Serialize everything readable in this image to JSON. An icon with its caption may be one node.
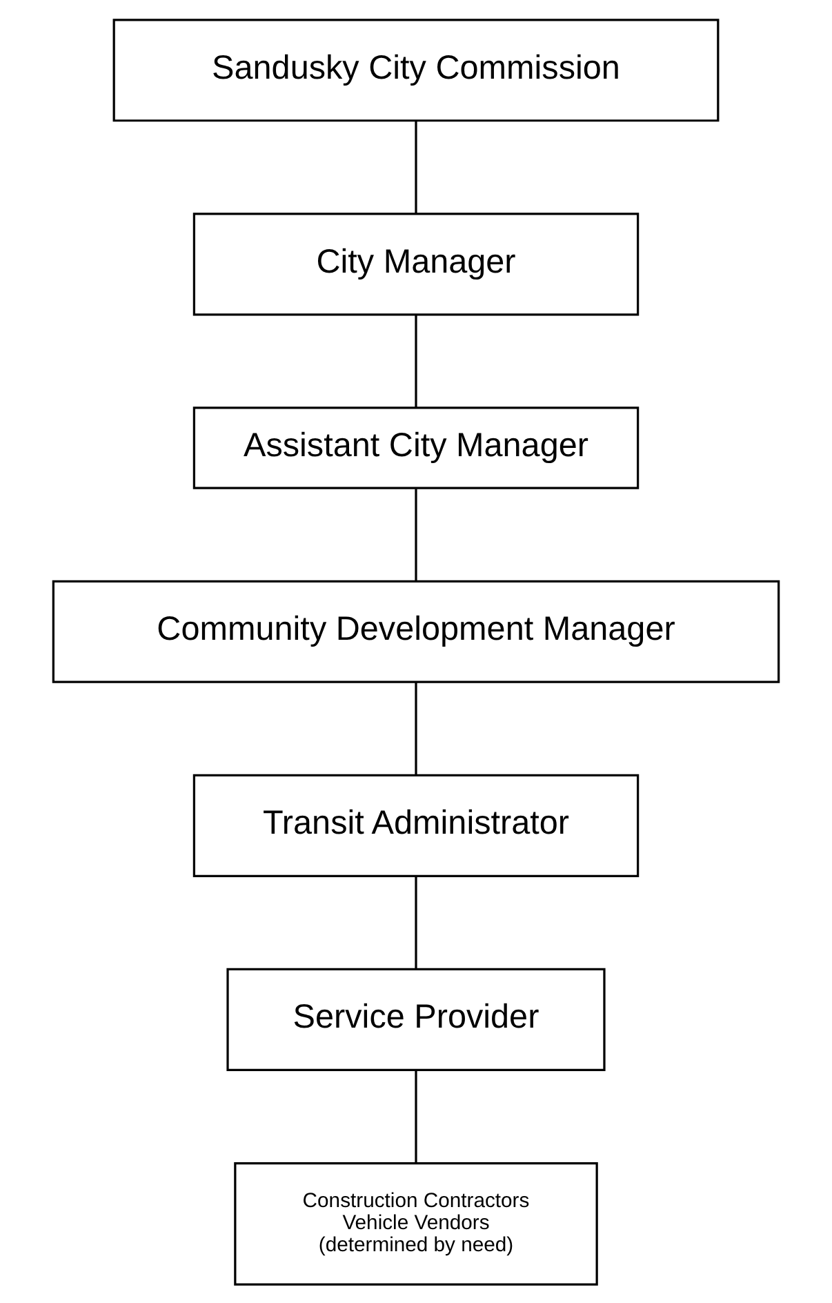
{
  "diagram": {
    "nodes": [
      {
        "text": [
          "Sandusky City Commission"
        ]
      },
      {
        "text": [
          "City Manager"
        ]
      },
      {
        "text": [
          "Assistant City Manager"
        ]
      },
      {
        "text": [
          "Community Development Manager"
        ]
      },
      {
        "text": [
          "Transit Administrator"
        ]
      },
      {
        "text": [
          "Service Provider"
        ]
      },
      {
        "text": [
          "Construction Contractors",
          "Vehicle Vendors",
          "(determined by need)"
        ]
      }
    ],
    "edges": [
      {
        "from": 0,
        "to": 1,
        "arrow": "none"
      },
      {
        "from": 1,
        "to": 2,
        "arrow": "none"
      },
      {
        "from": 2,
        "to": 3,
        "arrow": "none"
      },
      {
        "from": 3,
        "to": 4,
        "arrow": "none"
      },
      {
        "from": 4,
        "to": 5,
        "arrow": "none"
      },
      {
        "from": 5,
        "to": 6,
        "arrow": "none"
      }
    ]
  }
}
